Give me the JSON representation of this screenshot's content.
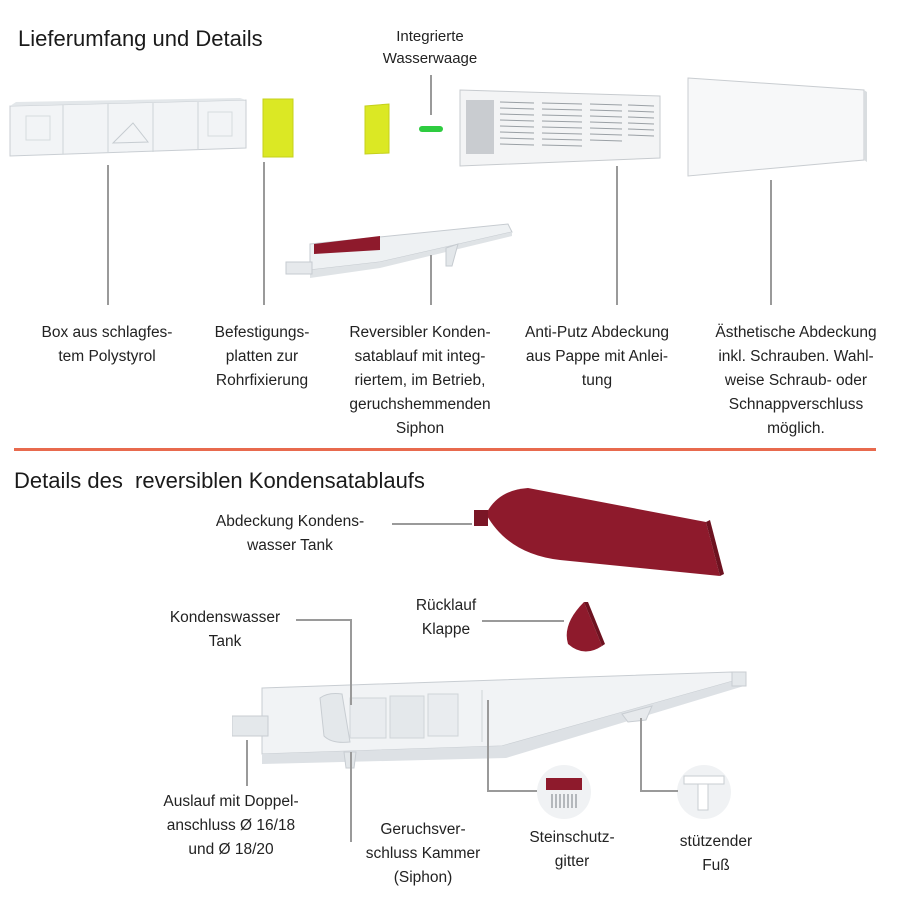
{
  "section1": {
    "title": "Lieferumfang und Details",
    "level_label": [
      "Integrierte",
      "Wasserwaage"
    ],
    "captions": [
      [
        "Box aus schlagfes-",
        "tem Polystyrol"
      ],
      [
        "Befestigungs-",
        "platten zur",
        "Rohrfixierung"
      ],
      [
        "Reversibler Konden-",
        "satablauf mit integ-",
        "riertem, im Betrieb,",
        "geruchshemmenden",
        "Siphon"
      ],
      [
        "Anti-Putz Abdeckung",
        "aus Pappe mit Anlei-",
        "tung"
      ],
      [
        "Ästhetische Abdeckung",
        "inkl. Schrauben. Wahl-",
        "weise Schraub- oder",
        "Schnappverschluss",
        "möglich."
      ]
    ]
  },
  "section2": {
    "title": "Details des  reversiblen Kondensatablaufs",
    "labels": {
      "tank_cover": [
        "Abdeckung Kondens-",
        "wasser Tank"
      ],
      "tank": [
        "Kondenswasser",
        "Tank"
      ],
      "return_flap": [
        "Rücklauf",
        "Klappe"
      ],
      "outlet": [
        "Auslauf mit Doppel-",
        "anschluss Ø 16/18",
        "und Ø 18/20"
      ],
      "siphon": [
        "Geruchsver-",
        "schluss Kammer",
        "(Siphon)"
      ],
      "stone_grid": [
        "Steinschutz-",
        "gitter"
      ],
      "foot": [
        "stützender",
        "Fuß"
      ]
    }
  },
  "colors": {
    "divider": "#e86a4e",
    "accent_red": "#8e1a2c",
    "yellow_plate": "#dbe824",
    "level_green": "#2ecc40",
    "leader_line": "#9a9a9a"
  }
}
